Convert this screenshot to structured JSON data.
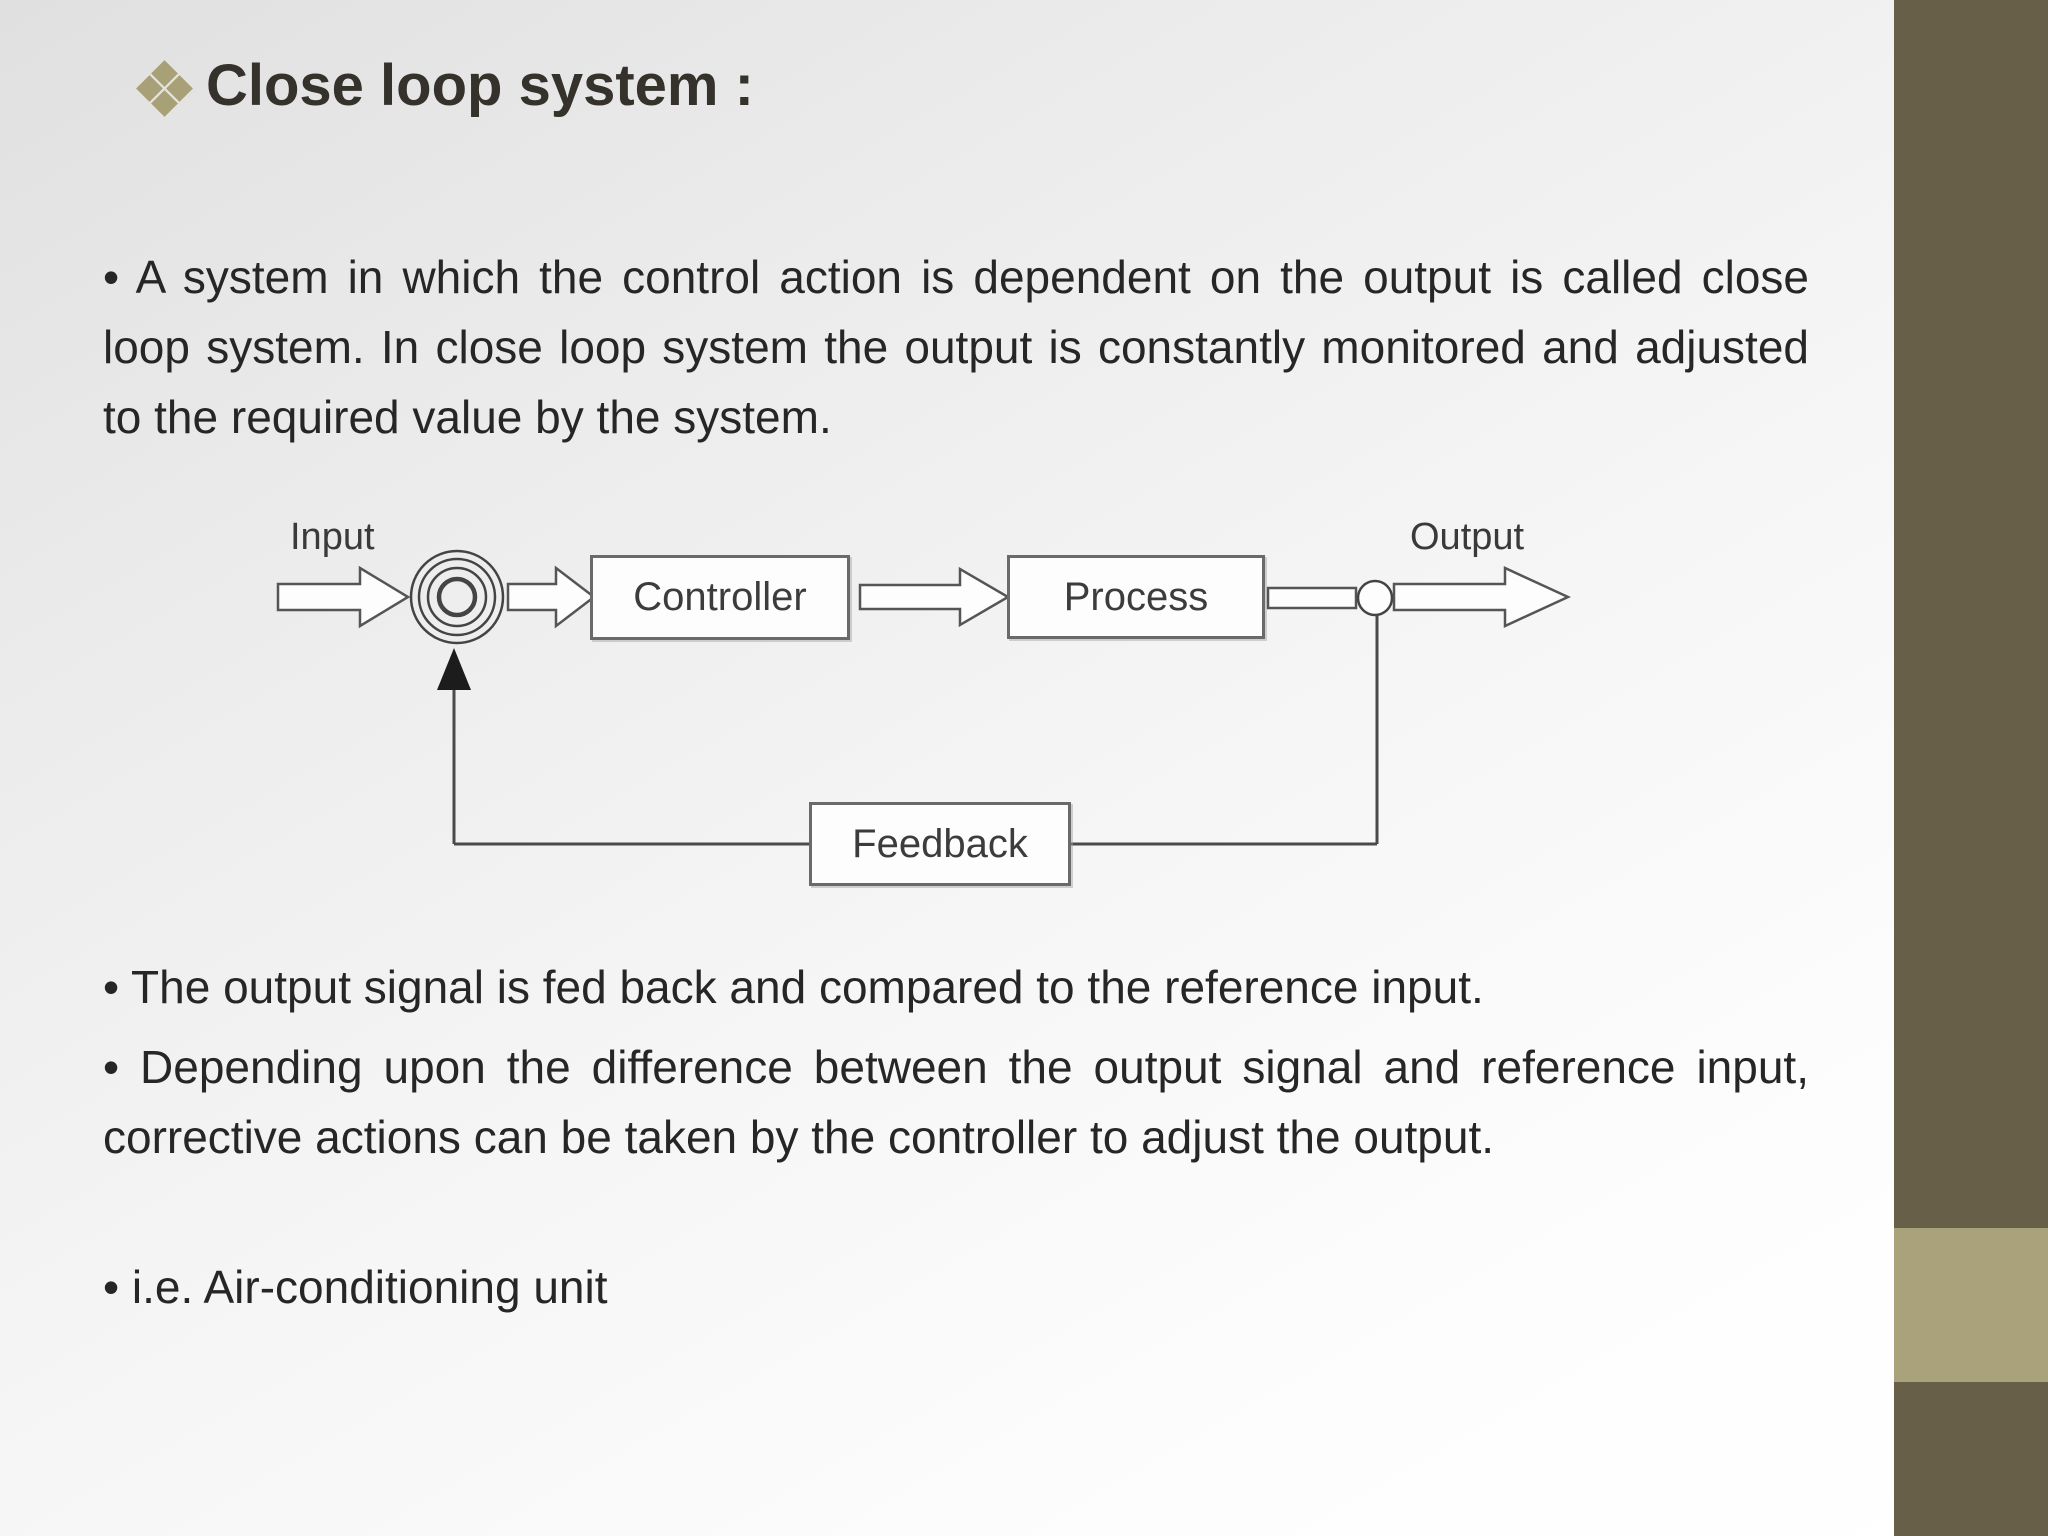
{
  "slide": {
    "title": "Close loop system :",
    "paragraphs": [
      {
        "text": "• A system in which the control action is dependent on the output is called close loop system. In close loop system the output is constantly monitored and adjusted to the required value by the system."
      },
      {
        "text": "• The output signal is fed back and compared to the reference input."
      },
      {
        "text": "• Depending upon the difference between the output signal and reference input, corrective actions can be taken by the controller to adjust the output."
      },
      {
        "text": "• i.e. Air-conditioning unit"
      }
    ]
  },
  "diagram": {
    "input_label": "Input",
    "output_label": "Output",
    "controller_label": "Controller",
    "process_label": "Process",
    "feedback_label": "Feedback"
  },
  "colors": {
    "sidebar_dark": "#675F48",
    "sidebar_accent": "#A9A27B",
    "title_bullet_diamond": "#A8A077",
    "title_text": "#34322B",
    "body_text": "#262626",
    "diagram_stroke": "#555555"
  }
}
